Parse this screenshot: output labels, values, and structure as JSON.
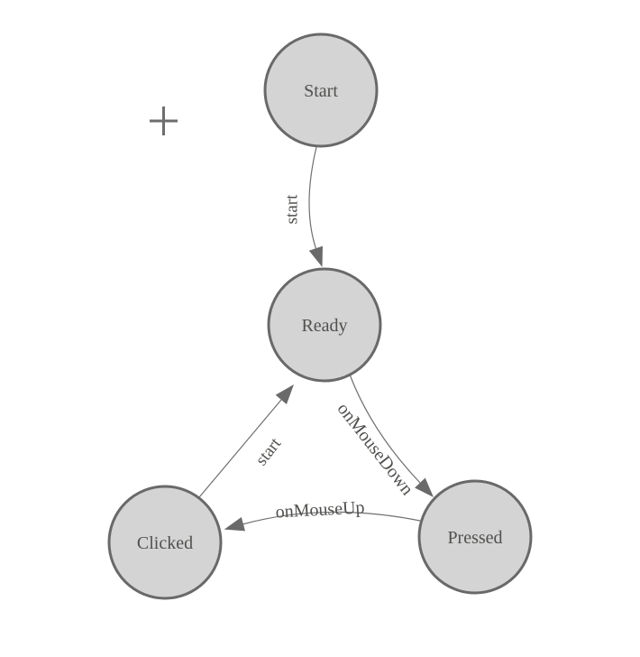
{
  "colors": {
    "background": "#ffffff",
    "node_fill": "#d4d4d4",
    "node_border": "#696969",
    "edge_line": "#6f6f6f",
    "arrow_fill": "#6a6a6a",
    "label_text": "#51504e",
    "plus_mark": "#6e6e6e"
  },
  "icons": {
    "plus": "+"
  },
  "diagram": {
    "type": "state-machine",
    "nodes": [
      {
        "id": "start",
        "label": "Start"
      },
      {
        "id": "ready",
        "label": "Ready"
      },
      {
        "id": "clicked",
        "label": "Clicked"
      },
      {
        "id": "pressed",
        "label": "Pressed"
      }
    ],
    "edges": [
      {
        "from": "start",
        "to": "ready",
        "label": "start"
      },
      {
        "from": "ready",
        "to": "pressed",
        "label": "onMouseDown"
      },
      {
        "from": "pressed",
        "to": "clicked",
        "label": "onMouseUp"
      },
      {
        "from": "clicked",
        "to": "ready",
        "label": "start"
      }
    ]
  }
}
